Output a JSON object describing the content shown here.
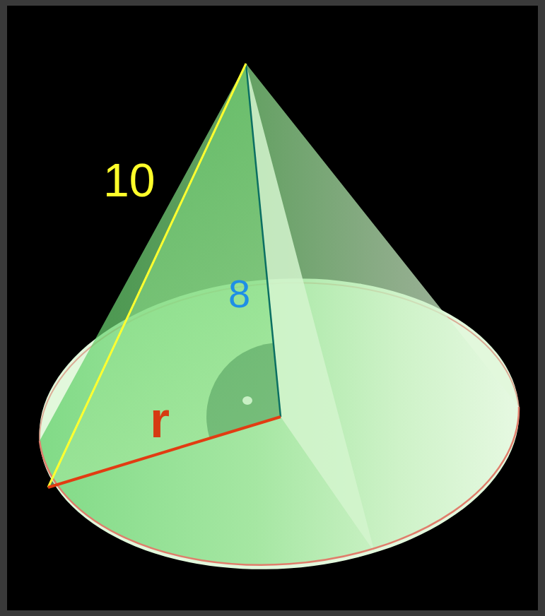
{
  "diagram": {
    "labels": [
      "10",
      "8",
      "r"
    ]
  }
}
